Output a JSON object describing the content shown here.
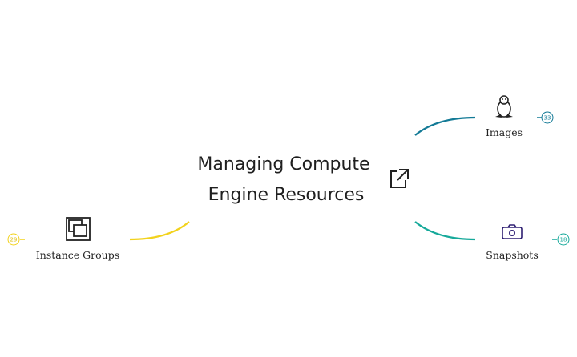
{
  "center": {
    "title_line1": "Managing Compute",
    "title_line2": "Engine Resources",
    "link_icon": "external-link-icon"
  },
  "nodes": [
    {
      "id": "images",
      "label": "Images",
      "icon": "linux-penguin-icon",
      "count": "33",
      "color": "#137a96"
    },
    {
      "id": "snapshots",
      "label": "Snapshots",
      "icon": "camera-icon",
      "count": "18",
      "color": "#16a99a"
    },
    {
      "id": "instance-groups",
      "label": "Instance Groups",
      "icon": "instance-group-icon",
      "count": "29",
      "color": "#f2d21c"
    }
  ]
}
